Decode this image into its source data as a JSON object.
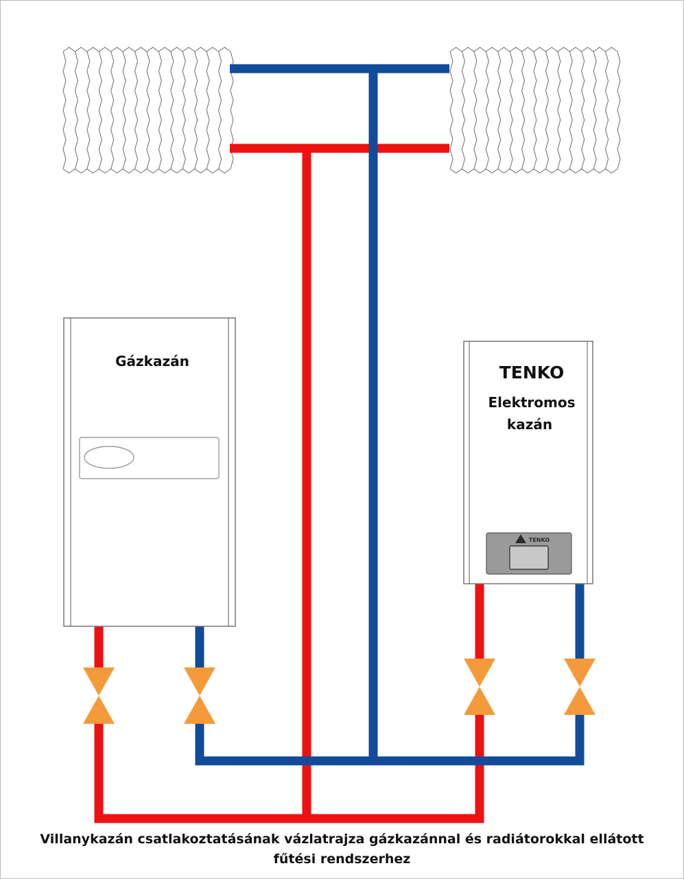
{
  "gas_boiler": {
    "label": "Gázkazán"
  },
  "electric_boiler": {
    "brand": "TENKO",
    "label_line1": "Elektromos",
    "label_line2": "kazán",
    "panel_logo": "TENKO"
  },
  "caption": {
    "line1": "Villanykazán csatlakoztatásának vázlatrajza gázkazánnal és radiátorokkal ellátott",
    "line2": "fűtési rendszerhez"
  },
  "colors": {
    "supply_pipe": "#ee1111",
    "return_pipe": "#124b99",
    "valve": "#f49a3a",
    "outline": "#6b6b6b"
  },
  "icons": [
    "radiator-icon",
    "valve-icon",
    "tenko-logo-icon"
  ]
}
